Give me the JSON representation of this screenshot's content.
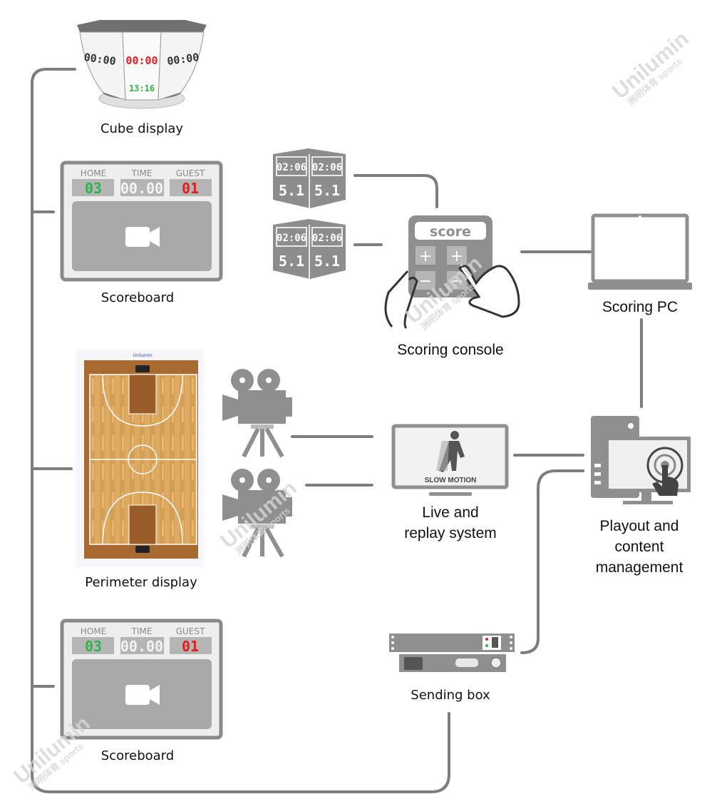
{
  "nodes": {
    "cube_display": {
      "label": "Cube display",
      "left_time": "00:00",
      "center_time": "00:00",
      "clock": "13:16",
      "right_time": "00:00"
    },
    "scoreboard_top": {
      "label": "Scoreboard",
      "home_label": "HOME",
      "time_label": "TIME",
      "guest_label": "GUEST",
      "home_score": "03",
      "time": "00.00",
      "guest_score": "01"
    },
    "shot_clocks": {
      "time": "02:06",
      "seconds": "5.1"
    },
    "scoring_console": {
      "label": "Scoring console",
      "screen_text": "score",
      "plus": "+",
      "minus": "−"
    },
    "scoring_pc": {
      "label": "Scoring PC"
    },
    "perimeter_display": {
      "label": "Perimeter display"
    },
    "live_replay": {
      "label_line1": "Live and",
      "label_line2": "replay system",
      "screen_text": "SLOW MOTION"
    },
    "playout": {
      "label_line1": "Playout and",
      "label_line2": "content",
      "label_line3": "management"
    },
    "sending_box": {
      "label": "Sending box"
    },
    "scoreboard_bottom": {
      "label": "Scoreboard",
      "home_label": "HOME",
      "time_label": "TIME",
      "guest_label": "GUEST",
      "home_score": "03",
      "time": "00.00",
      "guest_score": "01"
    }
  },
  "watermark": {
    "brand": "Unilumin",
    "sub": "洲明体育 sports"
  },
  "colors": {
    "wire": "#7d7d7d",
    "device": "#8c8c8c",
    "green_digit": "#2db34a",
    "red_digit": "#e02020",
    "wood": "#d9a45c"
  }
}
